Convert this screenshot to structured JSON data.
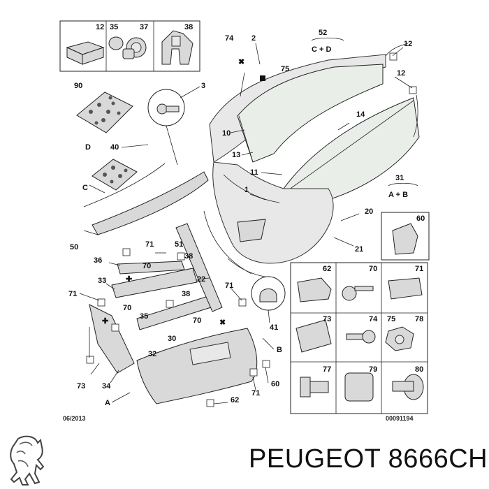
{
  "title": "PEUGEOT 8666CH",
  "footer": {
    "date": "06/2013",
    "ref": "00091194"
  },
  "callouts": [
    {
      "id": "c1",
      "text": "1"
    },
    {
      "id": "c2",
      "text": "2"
    },
    {
      "id": "c3",
      "text": "3"
    },
    {
      "id": "c10",
      "text": "10"
    },
    {
      "id": "c11",
      "text": "11"
    },
    {
      "id": "c12a",
      "text": "12"
    },
    {
      "id": "c12b",
      "text": "12"
    },
    {
      "id": "c13",
      "text": "13"
    },
    {
      "id": "c14",
      "text": "14"
    },
    {
      "id": "c20",
      "text": "20"
    },
    {
      "id": "c21",
      "text": "21"
    },
    {
      "id": "c22",
      "text": "22"
    },
    {
      "id": "c30",
      "text": "30"
    },
    {
      "id": "c32",
      "text": "32"
    },
    {
      "id": "c33",
      "text": "33"
    },
    {
      "id": "c34",
      "text": "34"
    },
    {
      "id": "c35",
      "text": "35"
    },
    {
      "id": "c36",
      "text": "36"
    },
    {
      "id": "c38a",
      "text": "38"
    },
    {
      "id": "c38b",
      "text": "38"
    },
    {
      "id": "c40",
      "text": "40"
    },
    {
      "id": "c41",
      "text": "41"
    },
    {
      "id": "c50",
      "text": "50"
    },
    {
      "id": "c51",
      "text": "51"
    },
    {
      "id": "c60",
      "text": "60"
    },
    {
      "id": "c62",
      "text": "62"
    },
    {
      "id": "c70a",
      "text": "70"
    },
    {
      "id": "c70b",
      "text": "70"
    },
    {
      "id": "c70c",
      "text": "70"
    },
    {
      "id": "c71a",
      "text": "71"
    },
    {
      "id": "c71b",
      "text": "71"
    },
    {
      "id": "c71c",
      "text": "71"
    },
    {
      "id": "c71d",
      "text": "71"
    },
    {
      "id": "c73",
      "text": "73"
    },
    {
      "id": "c74",
      "text": "74"
    },
    {
      "id": "c75",
      "text": "75"
    },
    {
      "id": "c90",
      "text": "90"
    },
    {
      "id": "cA",
      "text": "A"
    },
    {
      "id": "cB",
      "text": "B"
    },
    {
      "id": "cC",
      "text": "C"
    },
    {
      "id": "cD",
      "text": "D"
    }
  ],
  "group_52": {
    "num": "52",
    "sub": "C + D"
  },
  "group_31": {
    "num": "31",
    "sub": "A + B"
  },
  "top_boxes": [
    {
      "num": "12"
    },
    {
      "num": "35"
    },
    {
      "num": "37"
    },
    {
      "num": "38"
    }
  ],
  "side_box": {
    "num": "60"
  },
  "grid_boxes": [
    {
      "num": "62"
    },
    {
      "num": "70"
    },
    {
      "num": "71"
    },
    {
      "num": "73"
    },
    {
      "num": "74"
    },
    {
      "num": "75"
    },
    {
      "num": "78"
    },
    {
      "num": "77"
    },
    {
      "num": "79"
    },
    {
      "num": "80"
    }
  ],
  "colors": {
    "glass": "#e9eee9",
    "part": "#d9d9d9",
    "ink": "#111111"
  },
  "icons": [
    "peugeot-lion-logo"
  ]
}
